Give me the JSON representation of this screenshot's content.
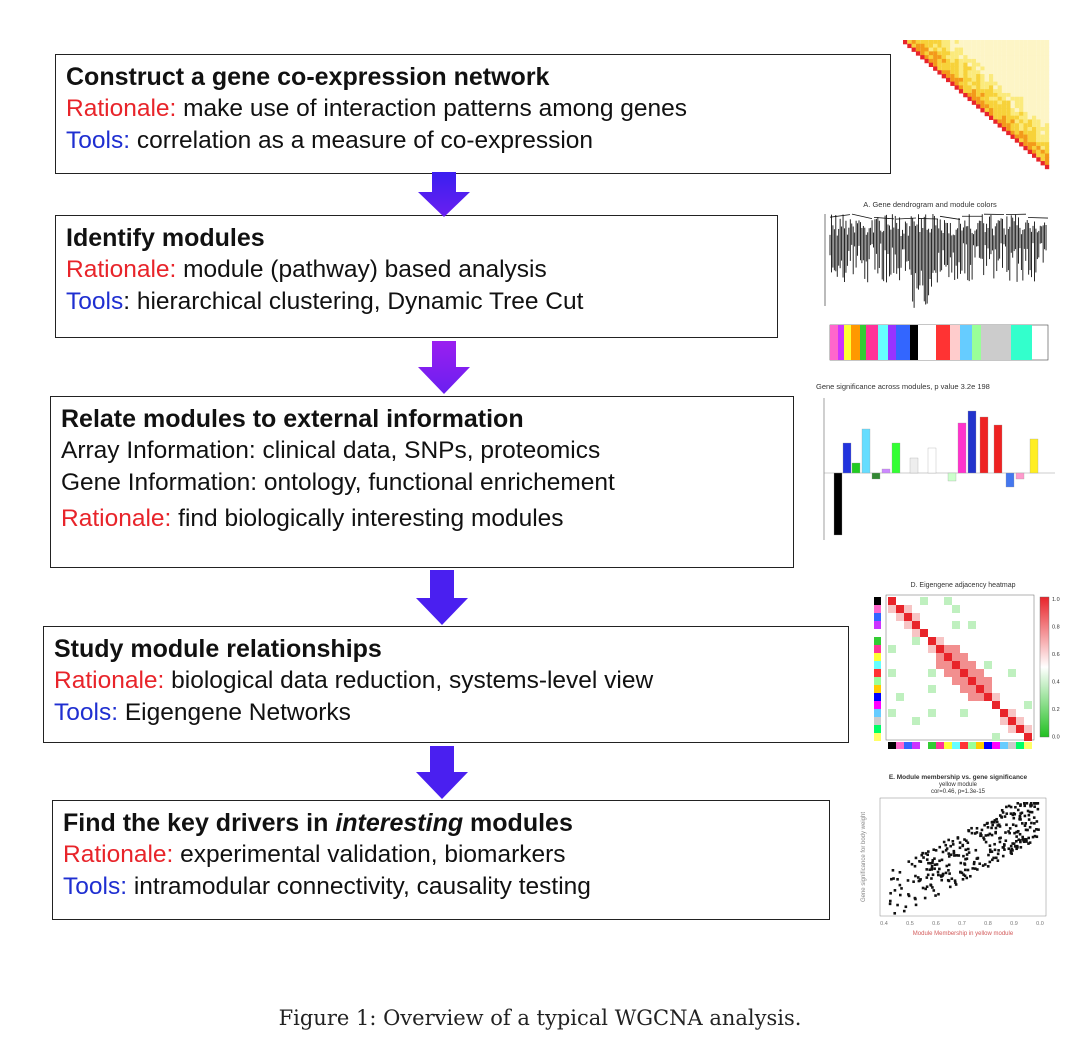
{
  "steps": [
    {
      "title": "Construct a gene co-expression network",
      "lines": [
        {
          "label": "Rationale:",
          "label_color": "red",
          "text": " make use of interaction patterns among genes"
        },
        {
          "label": "Tools:",
          "label_color": "blue",
          "text": " correlation as a measure of co-expression"
        }
      ]
    },
    {
      "title": "Identify modules",
      "lines": [
        {
          "label": "Rationale:",
          "label_color": "red",
          "text": " module (pathway) based analysis"
        },
        {
          "label": "Tools",
          "label_color": "blue",
          "text": ": hierarchical clustering, Dynamic Tree Cut"
        }
      ]
    },
    {
      "title": "Relate modules to external information",
      "lines": [
        {
          "label": "",
          "label_color": "none",
          "text": "Array Information: clinical data, SNPs, proteomics"
        },
        {
          "label": "",
          "label_color": "none",
          "text": "Gene Information: ontology, functional enrichement"
        },
        {
          "label": "Rationale:",
          "label_color": "red",
          "text": " find biologically interesting modules"
        }
      ]
    },
    {
      "title": "Study module relationships",
      "lines": [
        {
          "label": "Rationale:",
          "label_color": "red",
          "text": " biological data reduction, systems-level view"
        },
        {
          "label": "Tools:",
          "label_color": "blue",
          "text": " Eigengene Networks"
        }
      ]
    },
    {
      "title_pre": "Find the key drivers in ",
      "title_em": "interesting",
      "title_post": " modules",
      "lines": [
        {
          "label": "Rationale:",
          "label_color": "red",
          "text": " experimental validation, biomarkers"
        },
        {
          "label": "Tools:",
          "label_color": "blue",
          "text": " intramodular connectivity, causality testing"
        }
      ]
    }
  ],
  "thumbnails": {
    "dendrogram_title": "A. Gene dendrogram and module colors",
    "barplot_title": "Gene significance across modules, p  value 3.2e  198",
    "heatmap_title": "D. Eigengene adjacency heatmap",
    "heatmap_ticks": [
      "1.0",
      "0.8",
      "0.6",
      "0.4",
      "0.2",
      "0.0"
    ],
    "scatter_title_1": "E. Module membership vs. gene significance",
    "scatter_title_2": "yellow module",
    "scatter_title_3": "cor=0.46, p=1.3e-15",
    "scatter_xticks": [
      "0.4",
      "0.5",
      "0.6",
      "0.7",
      "0.8",
      "0.9",
      "0.0"
    ],
    "scatter_xlabel": "Module Membership in yellow module",
    "scatter_ylabel": "Gene significance for body weight"
  },
  "caption": "Figure 1: Overview of a typical WGCNA analysis.",
  "colors": {
    "red_label": "#e8242a",
    "blue_label": "#1f2fd1",
    "arrow_top": "#3a1ff0",
    "arrow_purple": "#8a1ff0"
  }
}
